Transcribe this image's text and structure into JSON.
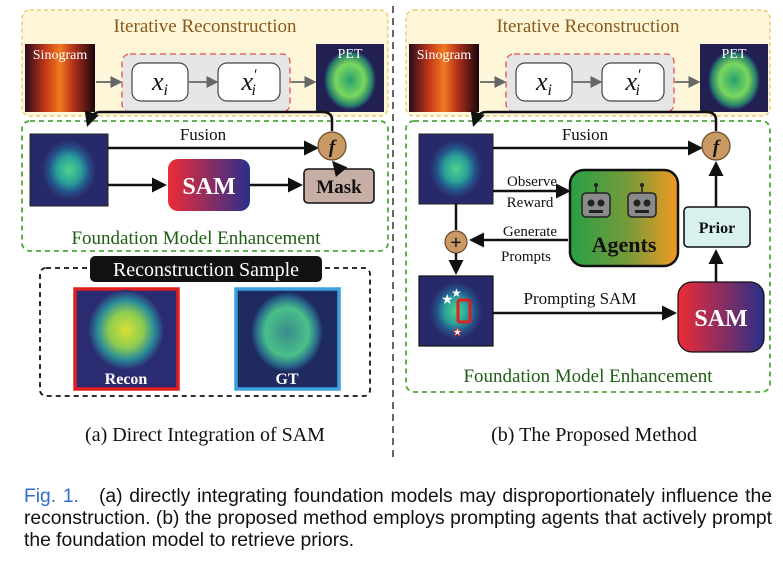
{
  "panel_a": {
    "top_title": "Iterative Reconstruction",
    "sinogram_label": "Sinogram",
    "pet_label": "PET",
    "x_i": "x",
    "x_i_sub": "i",
    "x_i_prime_sub": "i",
    "x_i_prime_mark": "′",
    "fusion_label": "Fusion",
    "f_symbol": "f",
    "sam_label": "SAM",
    "mask_label": "Mask",
    "fme_label": "Foundation Model Enhancement",
    "sample_title": "Reconstruction Sample",
    "recon_label": "Recon",
    "gt_label": "GT",
    "subcaption": "(a) Direct Integration of SAM"
  },
  "panel_b": {
    "top_title": "Iterative Reconstruction",
    "sinogram_label": "Sinogram",
    "pet_label": "PET",
    "fusion_label": "Fusion",
    "f_symbol": "f",
    "observe_label": "Observe",
    "reward_label": "Reward",
    "generate_label": "Generate",
    "prompts_label": "Prompts",
    "agents_label": "Agents",
    "prior_label": "Prior",
    "prompting_label": "Prompting SAM",
    "sam_label": "SAM",
    "plus_symbol": "+",
    "fme_label": "Foundation Model Enhancement",
    "subcaption": "(b) The Proposed Method"
  },
  "caption": {
    "fig_label": "Fig. 1.",
    "text": "(a) directly integrating foundation models may disproportionately influence the reconstruction. (b) the proposed method employs prompting agents that actively prompt the foundation model to retrieve priors."
  },
  "colors": {
    "ir_box_fill": "#fdf6d8",
    "ir_title": "#8a5a1a",
    "fme_border": "#4caa3a",
    "fme_text": "#1f5d14",
    "recon_border": "#e02020",
    "gt_border": "#3da0e0",
    "f_circle": "#c99a66",
    "mask_fill": "#c7aea4",
    "prior_fill": "#d8f1ee",
    "caption_fig": "#2a6fd0"
  }
}
